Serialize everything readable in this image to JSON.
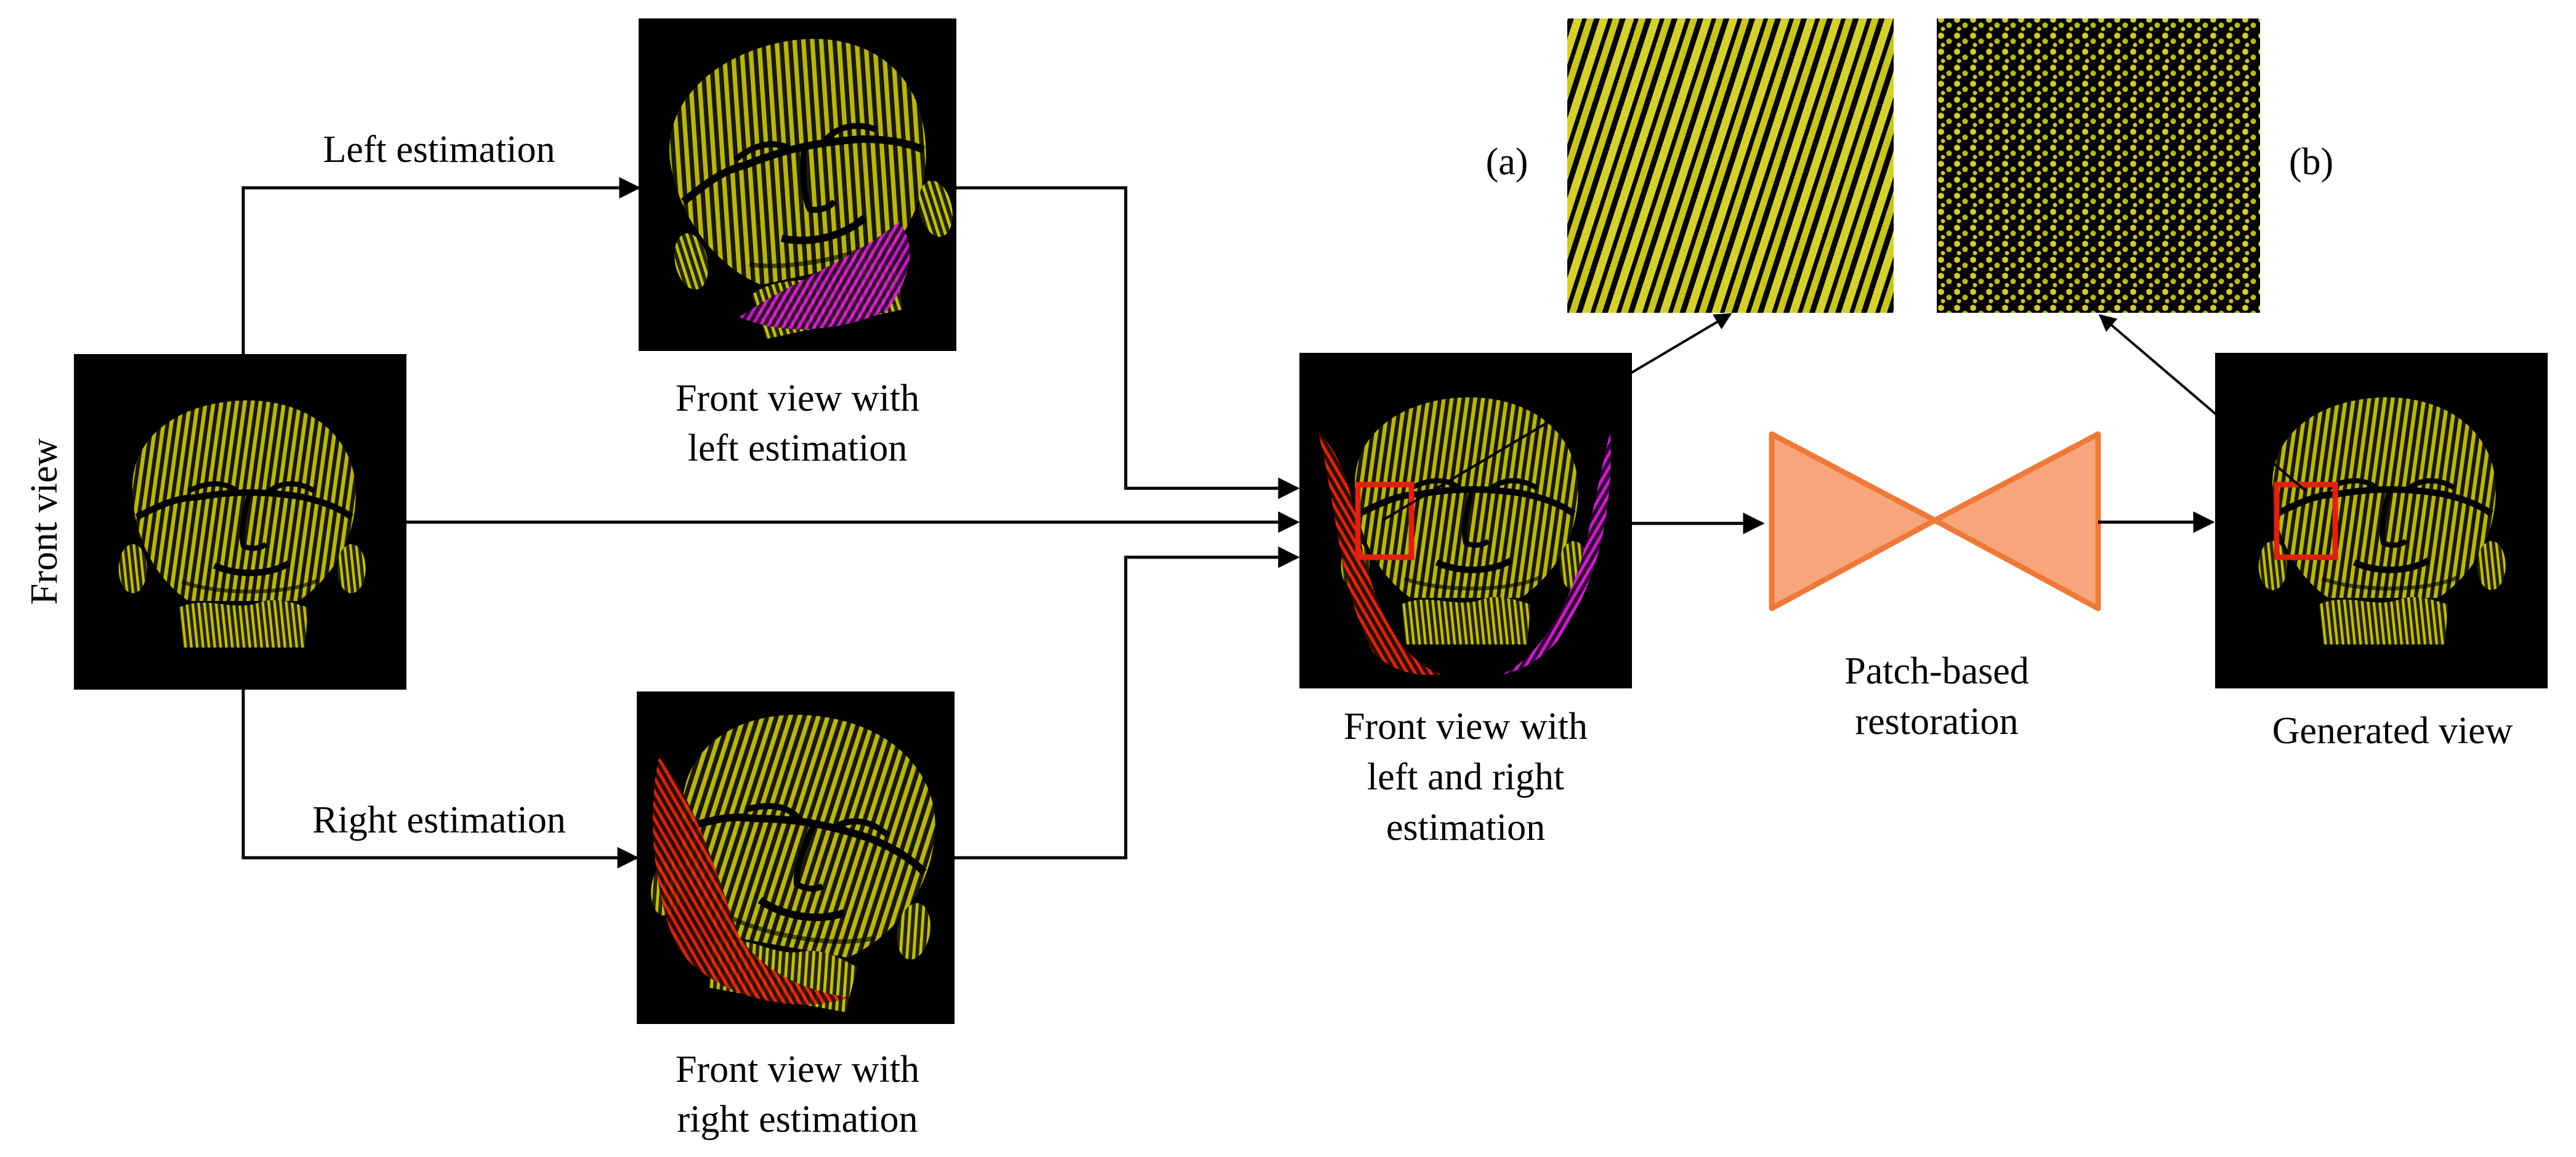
{
  "labels": {
    "front_view": "Front view",
    "left_estimation": "Left estimation",
    "right_estimation": "Right estimation",
    "left_caption_line1": "Front view with",
    "left_caption_line2": "left estimation",
    "right_caption_line1": "Front view with",
    "right_caption_line2": "right estimation",
    "combined_caption_line1": "Front view with",
    "combined_caption_line2": "left and right",
    "combined_caption_line3": "estimation",
    "restoration_line1": "Patch-based",
    "restoration_line2": "restoration",
    "generated_view": "Generated view",
    "patch_a": "(a)",
    "patch_b": "(b)"
  },
  "colors": {
    "background": "#ffffff",
    "point_cloud": "#c8c41a",
    "left_estimate": "#cc22cc",
    "right_estimate": "#dd2a10",
    "highlight_box": "#e02010",
    "network_fill": "#f8a57c",
    "network_stroke": "#ee7a3a",
    "arrow": "#000000"
  },
  "icons": {
    "face_images": "yellow-point-cloud-face-thumbnail",
    "network": "bowtie-encoder-decoder-icon"
  }
}
